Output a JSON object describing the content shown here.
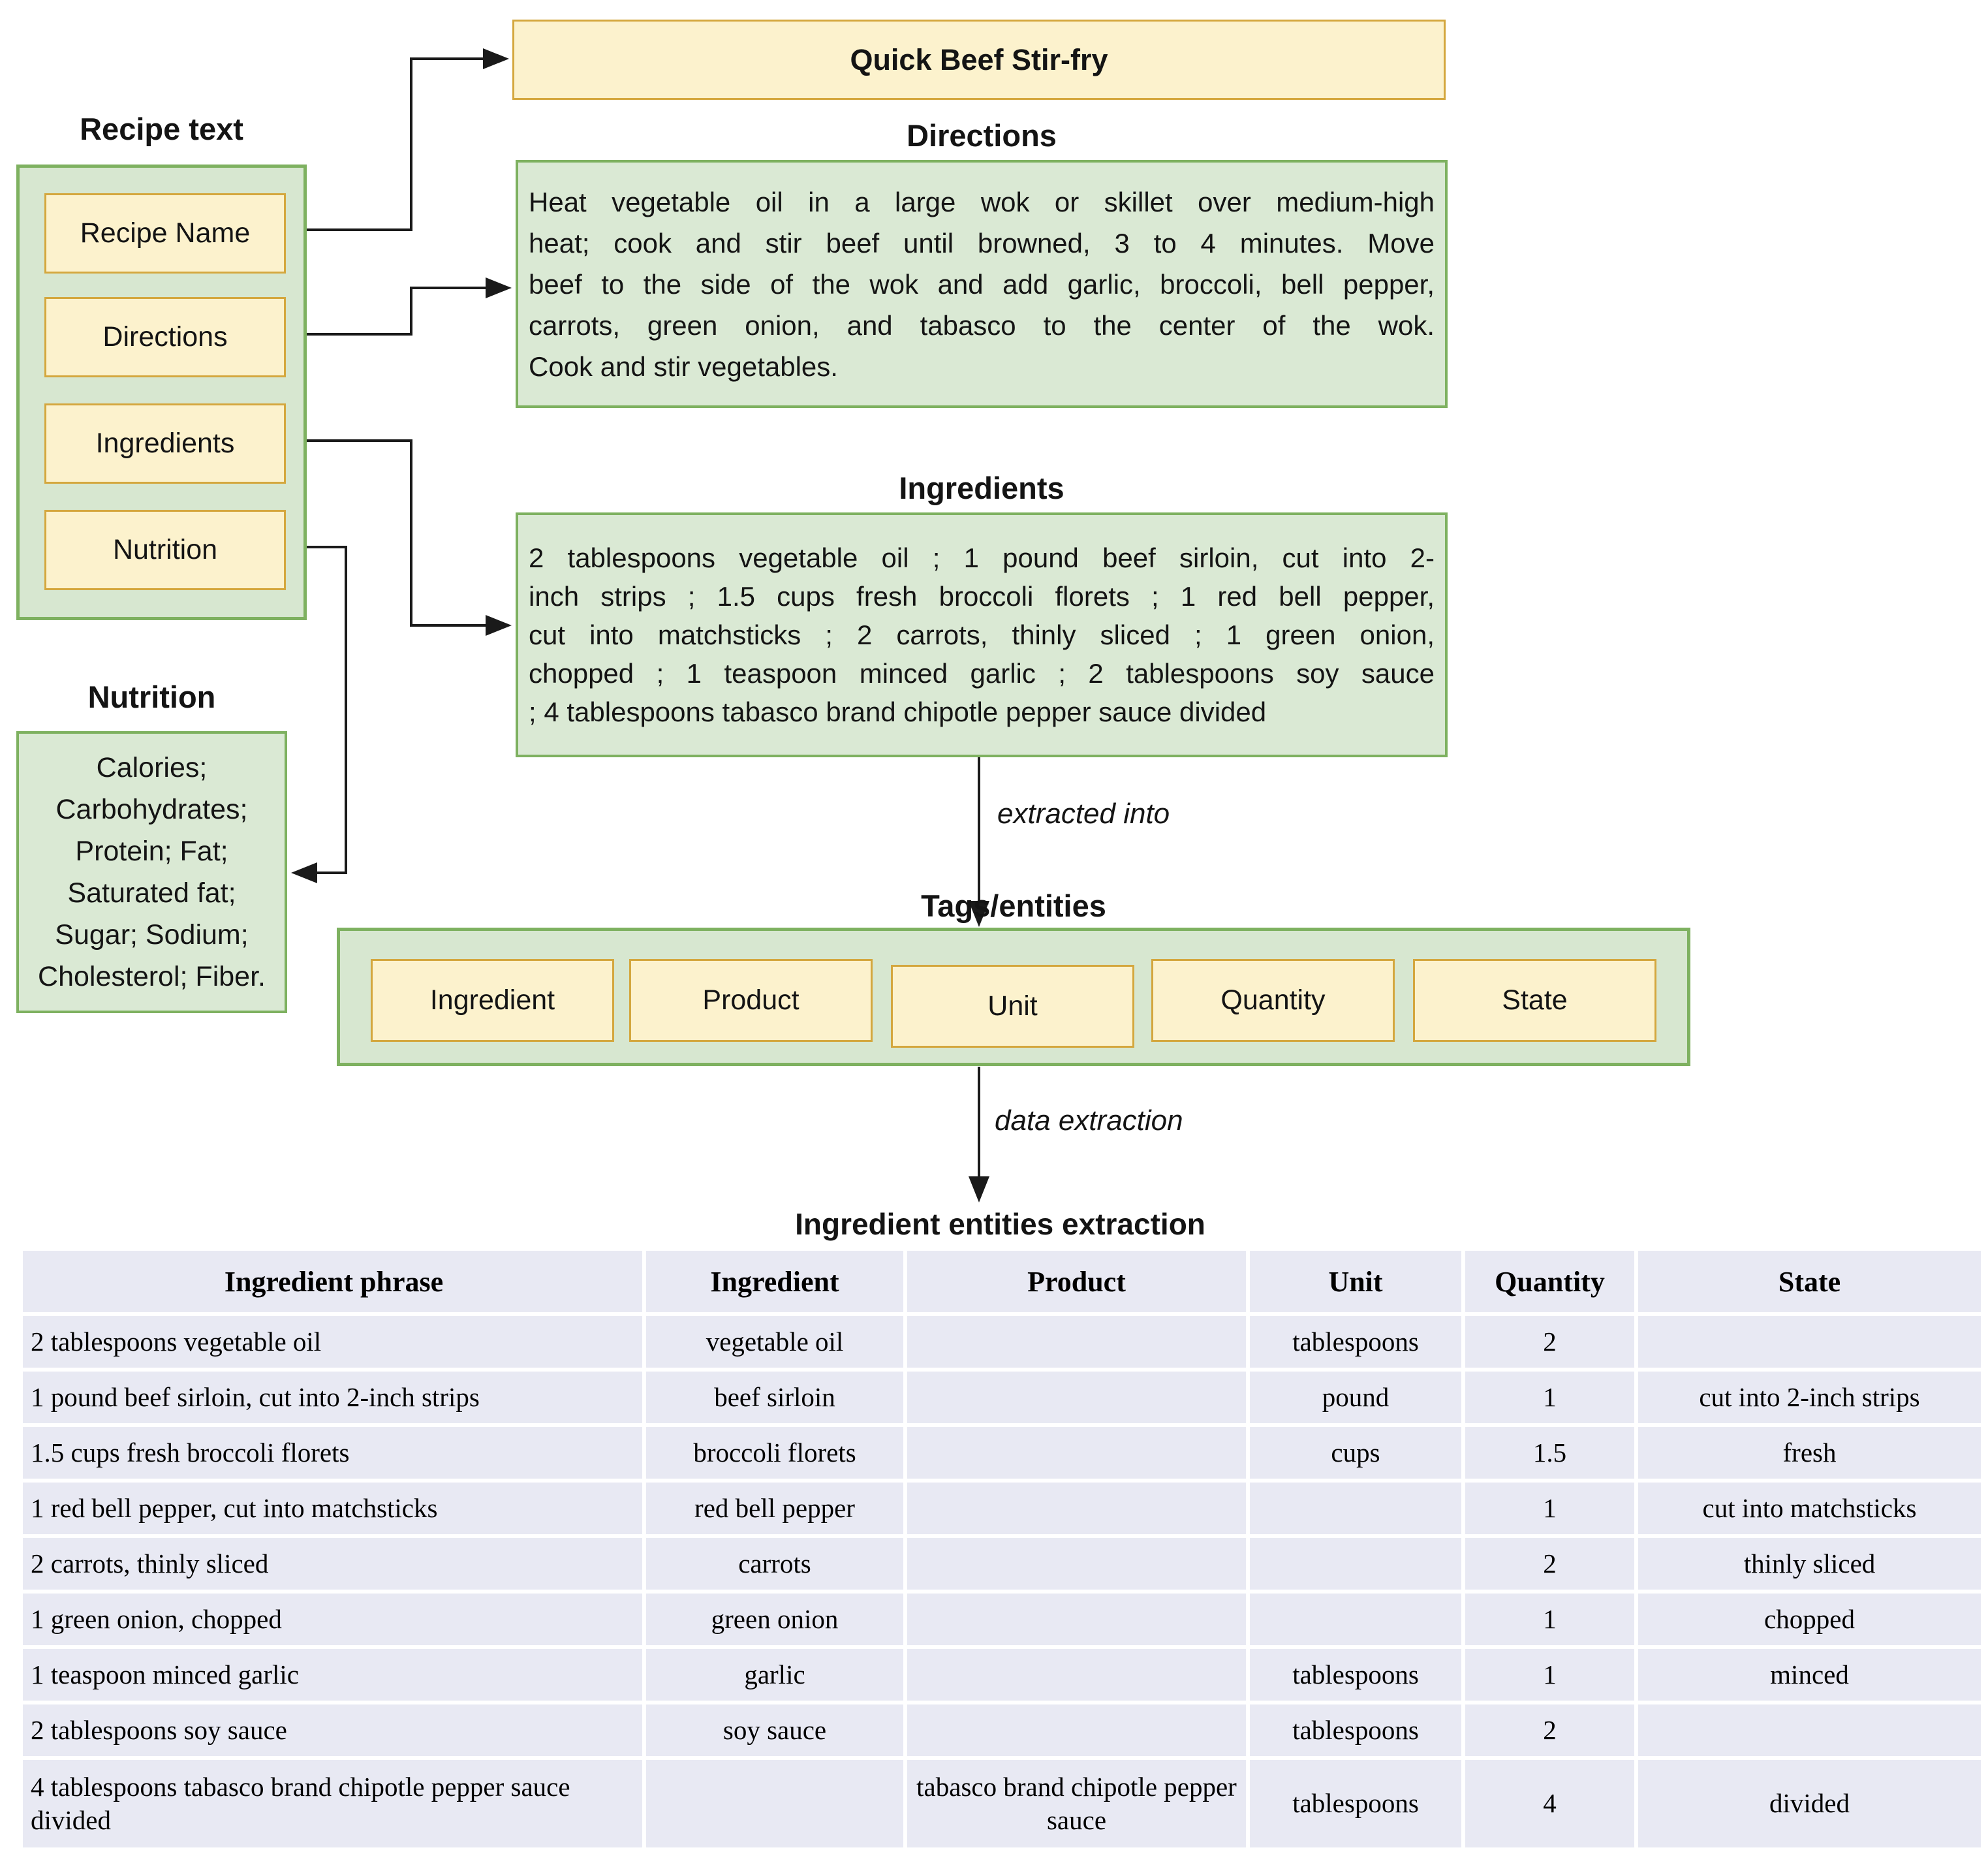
{
  "colors": {
    "yellow_fill": "#fcf2cd",
    "yellow_border": "#d4a73e",
    "green_fill": "#dae9d4",
    "green_border": "#7eb160",
    "table_cell": "#e8e9f3",
    "line": "#1a1a1a"
  },
  "diagram": {
    "title": "Quick Beef Stir-fry",
    "recipe_text": {
      "label": "Recipe text",
      "items": [
        "Recipe Name",
        "Directions",
        "Ingredients",
        "Nutrition"
      ]
    },
    "directions": {
      "heading": "Directions",
      "lines": [
        "Heat vegetable oil in a large wok or skillet over medium-high",
        "heat; cook and stir beef until browned, 3 to 4 minutes. Move",
        "beef to the side of the wok and add garlic, broccoli, bell pepper,",
        "carrots, green onion, and tabasco to the center of the wok.",
        "Cook and stir vegetables."
      ]
    },
    "ingredients": {
      "heading": "Ingredients",
      "lines": [
        "2 tablespoons vegetable oil ; 1 pound beef sirloin, cut into 2-",
        "inch strips ; 1.5 cups fresh broccoli florets ; 1 red bell pepper,",
        "cut into matchsticks ; 2 carrots, thinly sliced ; 1 green onion,",
        "chopped ; 1 teaspoon minced garlic ; 2 tablespoons soy sauce",
        "; 4 tablespoons tabasco brand chipotle pepper sauce divided"
      ]
    },
    "nutrition": {
      "heading": "Nutrition",
      "lines": [
        "Calories;",
        "Carbohydrates;",
        "Protein; Fat;",
        "Saturated fat;",
        "Sugar; Sodium;",
        "Cholesterol; Fiber."
      ]
    },
    "edge_labels": {
      "extracted_into": "extracted into",
      "data_extraction": "data extraction"
    },
    "tags": {
      "heading": "Tags/entities",
      "items": [
        "Ingredient",
        "Product",
        "Unit",
        "Quantity",
        "State"
      ]
    }
  },
  "table": {
    "heading": "Ingredient entities extraction",
    "columns": [
      "Ingredient phrase",
      "Ingredient",
      "Product",
      "Unit",
      "Quantity",
      "State"
    ],
    "rows": [
      [
        "2 tablespoons vegetable oil",
        "vegetable oil",
        "",
        "tablespoons",
        "2",
        ""
      ],
      [
        "1 pound beef sirloin, cut into 2-inch strips",
        "beef sirloin",
        "",
        "pound",
        "1",
        "cut into 2-inch strips"
      ],
      [
        "1.5 cups fresh broccoli florets",
        "broccoli florets",
        "",
        "cups",
        "1.5",
        "fresh"
      ],
      [
        "1 red bell pepper, cut into matchsticks",
        "red bell pepper",
        "",
        "",
        "1",
        "cut into matchsticks"
      ],
      [
        "2 carrots, thinly sliced",
        "carrots",
        "",
        "",
        "2",
        "thinly sliced"
      ],
      [
        "1 green onion, chopped",
        "green onion",
        "",
        "",
        "1",
        "chopped"
      ],
      [
        "1 teaspoon minced garlic",
        "garlic",
        "",
        "tablespoons",
        "1",
        "minced"
      ],
      [
        "2 tablespoons soy sauce",
        "soy sauce",
        "",
        "tablespoons",
        "2",
        ""
      ],
      [
        "4 tablespoons tabasco brand chipotle pepper sauce divided",
        "",
        "tabasco brand chipotle pepper sauce",
        "tablespoons",
        "4",
        "divided"
      ]
    ]
  }
}
